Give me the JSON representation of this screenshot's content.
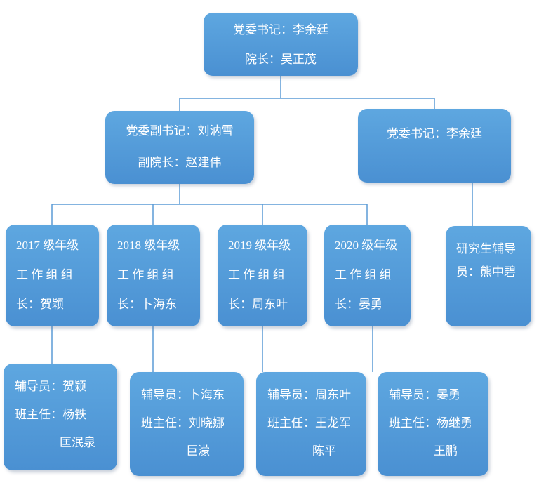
{
  "canvas": {
    "background": "#ffffff"
  },
  "colors": {
    "box_fill_top": "#5ea7e0",
    "box_fill_bottom": "#4a90d2",
    "box_text": "#ffffff",
    "connector": "#5b9bd5"
  },
  "boxes": {
    "root": {
      "line1": "党委书记：李余廷",
      "line2": "院长：吴正茂"
    },
    "deputy": {
      "line1": "党委副书记：刘汭雪",
      "line2": "副院长：赵建伟"
    },
    "secretary": {
      "line1": "党委书记：李余廷"
    },
    "grade2017": {
      "line1": "2017 级年级",
      "line2": "工 作 组 组",
      "line3": "长：贺颖"
    },
    "grade2018": {
      "line1": "2018 级年级",
      "line2": "工 作 组 组",
      "line3": "长：卜海东"
    },
    "grade2019": {
      "line1": "2019 级年级",
      "line2": "工 作 组 组",
      "line3": "长：周东叶"
    },
    "grade2020": {
      "line1": "2020 级年级",
      "line2": "工 作 组 组",
      "line3": "长：晏勇"
    },
    "postgrad": {
      "line1": "研究生辅导",
      "line2": "员：熊中碧"
    },
    "staff2017": {
      "line1": "辅导员：贺颖",
      "line2": "班主任：杨铁",
      "line3": "匡泯泉"
    },
    "staff2018": {
      "line1": "辅导员：卜海东",
      "line2": "班主任：刘晓娜",
      "line3": "巨濛"
    },
    "staff2019": {
      "line1": "辅导员：周东叶",
      "line2": "班主任：王龙军",
      "line3": "陈平"
    },
    "staff2020": {
      "line1": "辅导员：晏勇",
      "line2": "班主任：杨继勇",
      "line3": "王鹏"
    }
  }
}
